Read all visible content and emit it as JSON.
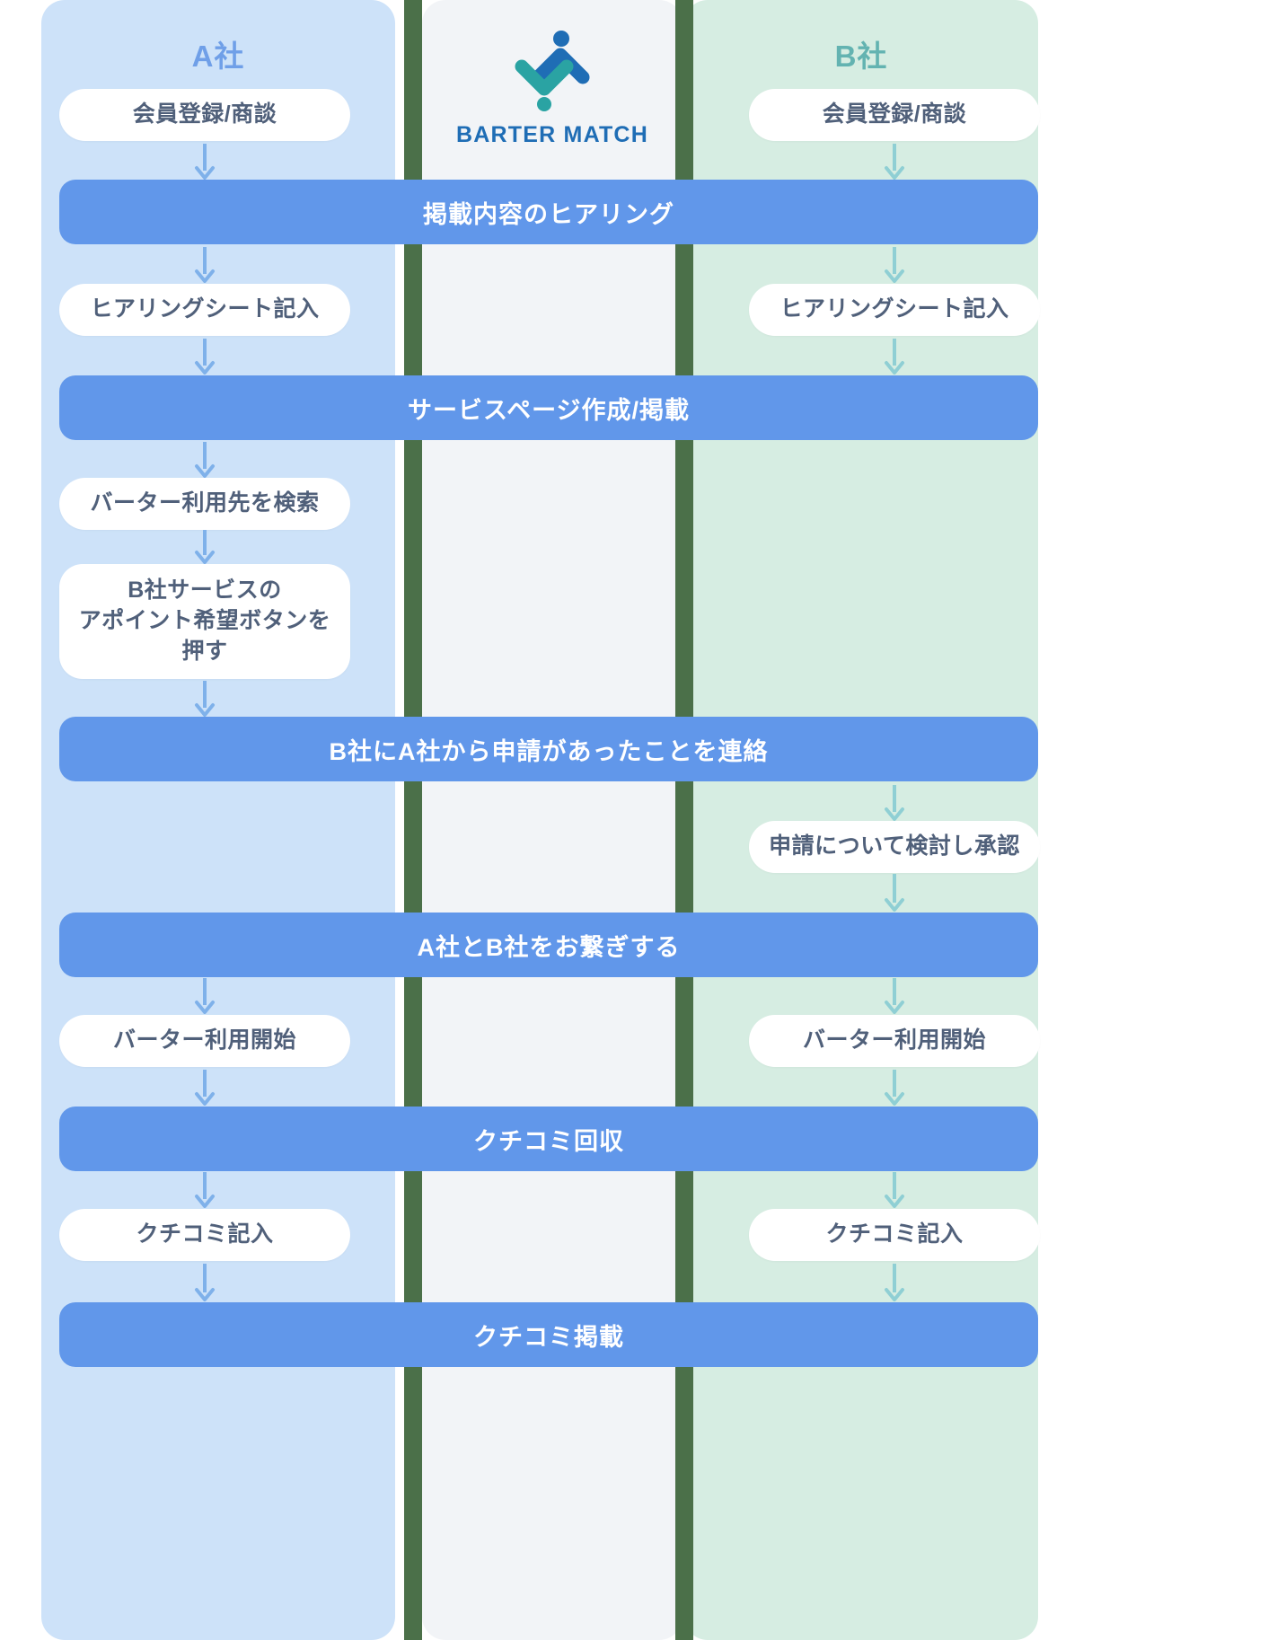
{
  "colors": {
    "lane_a_bg": "#cde2f9",
    "lane_center_bg": "#f2f4f7",
    "lane_b_bg": "#d6ede2",
    "divider": "#4b7049",
    "bar_blue": "#6197ea",
    "arrow_blue": "#7fb1ea",
    "arrow_teal": "#8fcfd4",
    "title_a": "#6f9fe8",
    "title_b": "#63b3b1",
    "pill_text": "#50607a",
    "logo_blue": "#1f6db5",
    "logo_teal": "#2aa3a3"
  },
  "lanes": {
    "a": {
      "title": "A社"
    },
    "b": {
      "title": "B社"
    },
    "center": {
      "logo_text": "BARTER MATCH",
      "logo_icon": "barter-match-logo-icon"
    }
  },
  "steps_a": [
    {
      "label": "会員登録/商談"
    },
    {
      "label": "ヒアリングシート記入"
    },
    {
      "label": "バーター利用先を検索"
    },
    {
      "label": "B社サービスの\nアポイント希望ボタンを\n押す"
    },
    {
      "label": "バーター利用開始"
    },
    {
      "label": "クチコミ記入"
    }
  ],
  "steps_b": [
    {
      "label": "会員登録/商談"
    },
    {
      "label": "ヒアリングシート記入"
    },
    {
      "label": "申請について検討し承認"
    },
    {
      "label": "バーター利用開始"
    },
    {
      "label": "クチコミ記入"
    }
  ],
  "bars": [
    {
      "label": "掲載内容のヒアリング"
    },
    {
      "label": "サービスページ作成/掲載"
    },
    {
      "label": "B社にA社から申請があったことを連絡"
    },
    {
      "label": "A社とB社をお繋ぎする"
    },
    {
      "label": "クチコミ回収"
    },
    {
      "label": "クチコミ掲載"
    }
  ]
}
